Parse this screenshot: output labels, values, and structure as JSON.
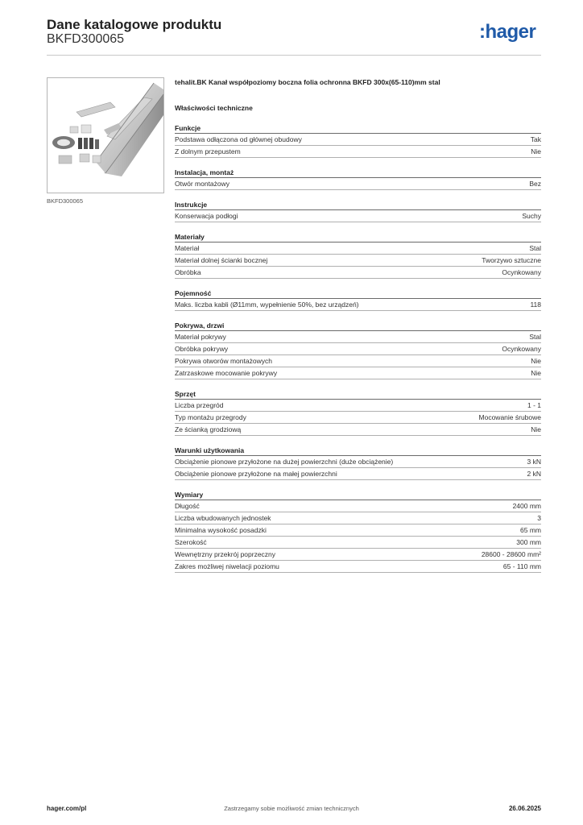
{
  "header": {
    "title": "Dane katalogowe produktu",
    "code": "BKFD300065",
    "logo": ":hager"
  },
  "product": {
    "caption": "BKFD300065",
    "description": "tehalit.BK Kanał współpoziomy boczna folia ochronna BKFD 300x(65-110)mm stal"
  },
  "spec_heading": "Właściwości techniczne",
  "groups": [
    {
      "title": "Funkcje",
      "rows": [
        {
          "label": "Podstawa odłączona od głównej obudowy",
          "value": "Tak"
        },
        {
          "label": "Z dolnym przepustem",
          "value": "Nie"
        }
      ]
    },
    {
      "title": "Instalacja, montaż",
      "rows": [
        {
          "label": "Otwór montażowy",
          "value": "Bez"
        }
      ]
    },
    {
      "title": "Instrukcje",
      "rows": [
        {
          "label": "Konserwacja podłogi",
          "value": "Suchy"
        }
      ]
    },
    {
      "title": "Materiały",
      "rows": [
        {
          "label": "Materiał",
          "value": "Stal"
        },
        {
          "label": "Materiał dolnej ścianki bocznej",
          "value": "Tworzywo sztuczne"
        },
        {
          "label": "Obróbka",
          "value": "Ocynkowany"
        }
      ]
    },
    {
      "title": "Pojemność",
      "rows": [
        {
          "label": "Maks. liczba kabli (Ø11mm, wypełnienie 50%, bez urządzeń)",
          "value": "118"
        }
      ]
    },
    {
      "title": "Pokrywa, drzwi",
      "rows": [
        {
          "label": "Materiał pokrywy",
          "value": "Stal"
        },
        {
          "label": "Obróbka pokrywy",
          "value": "Ocynkowany"
        },
        {
          "label": "Pokrywa otworów montażowych",
          "value": "Nie"
        },
        {
          "label": "Zatrzaskowe mocowanie pokrywy",
          "value": "Nie"
        }
      ]
    },
    {
      "title": "Sprzęt",
      "rows": [
        {
          "label": "Liczba przegród",
          "value": "1 - 1"
        },
        {
          "label": "Typ montażu przegrody",
          "value": "Mocowanie śrubowe"
        },
        {
          "label": "Ze ścianką grodziową",
          "value": "Nie"
        }
      ]
    },
    {
      "title": "Warunki użytkowania",
      "rows": [
        {
          "label": "Obciążenie pionowe przyłożone na dużej powierzchni (duże obciążenie)",
          "value": "3 kN"
        },
        {
          "label": "Obciążenie pionowe przyłożone na małej powierzchni",
          "value": "2 kN"
        }
      ]
    },
    {
      "title": "Wymiary",
      "rows": [
        {
          "label": "Długość",
          "value": "2400 mm"
        },
        {
          "label": "Liczba wbudowanych jednostek",
          "value": "3"
        },
        {
          "label": "Minimalna wysokość posadzki",
          "value": "65 mm"
        },
        {
          "label": "Szerokość",
          "value": "300 mm"
        },
        {
          "label": "Wewnętrzny przekrój poprzeczny",
          "value": "28600 - 28600 mm²"
        },
        {
          "label": "Zakres możliwej niwelacji poziomu",
          "value": "65 - 110 mm"
        }
      ]
    }
  ],
  "footer": {
    "left": "hager.com/pl",
    "middle": "Zastrzegamy sobie możliwość zmian technicznych",
    "right": "26.06.2025"
  }
}
